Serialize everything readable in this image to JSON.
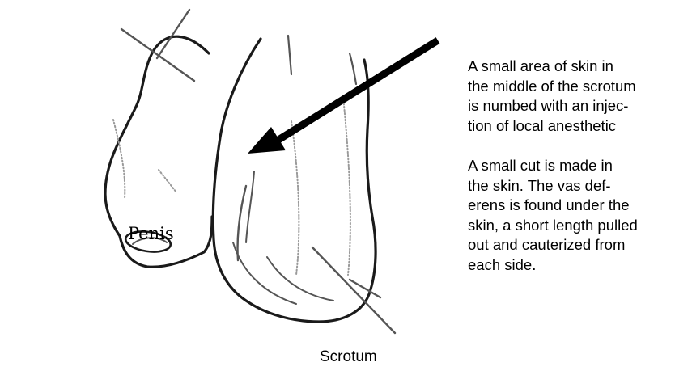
{
  "labels": {
    "penis": "Penis",
    "scrotum": "Scrotum"
  },
  "captions": {
    "step1_lines": [
      "A small area of skin in",
      "the middle of the scrotum",
      "is numbed with an injec-",
      "tion of local anesthetic"
    ],
    "step2_lines": [
      "A small cut is made in",
      "the skin. The vas def-",
      "erens is found under the",
      "skin, a short length pulled",
      "out and cauterized from",
      "each side."
    ]
  },
  "colors": {
    "ink": "#1a1a1a",
    "background": "#ffffff"
  },
  "icons": {
    "pointer": "arrow-icon"
  }
}
